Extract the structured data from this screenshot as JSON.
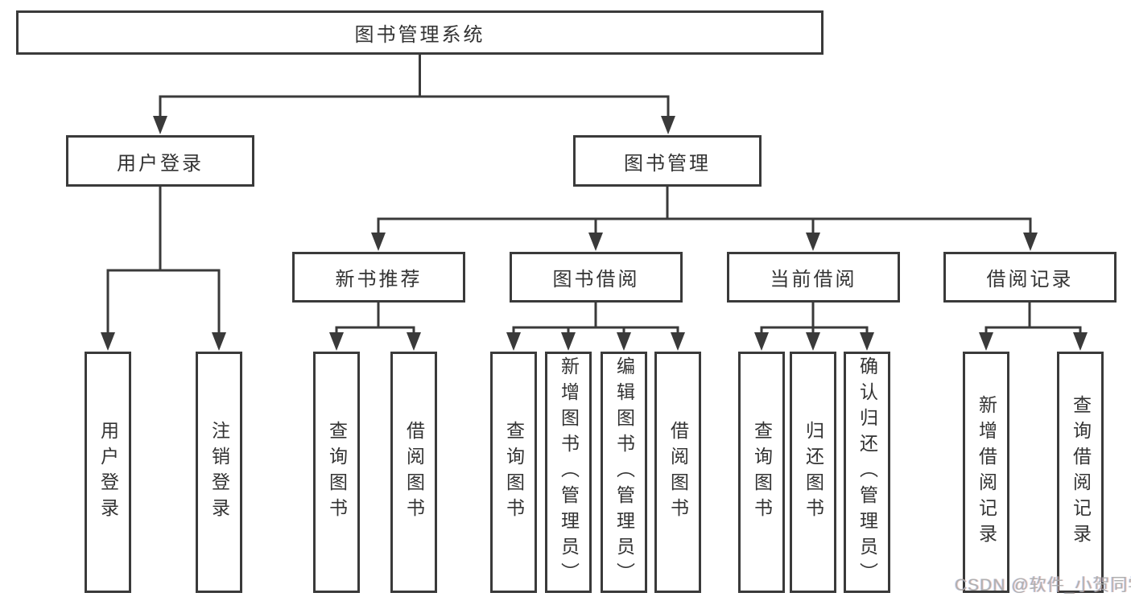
{
  "tree": {
    "root": "图书管理系统",
    "user_login": {
      "label": "用户登录",
      "children": [
        "用户登录",
        "注销登录"
      ]
    },
    "book_management": {
      "label": "图书管理",
      "sections": [
        {
          "label": "新书推荐",
          "children": [
            "查询图书",
            "借阅图书"
          ]
        },
        {
          "label": "图书借阅",
          "children": [
            "查询图书",
            "新增图书（管理员）",
            "编辑图书（管理员）",
            "借阅图书"
          ]
        },
        {
          "label": "当前借阅",
          "children": [
            "查询图书",
            "归还图书",
            "确认归还（管理员）"
          ]
        },
        {
          "label": "借阅记录",
          "children": [
            "新增借阅记录",
            "查询借阅记录"
          ]
        }
      ]
    }
  },
  "watermark": "CSDN @软件_小贺同学",
  "colors": {
    "line": "#3a3a3a",
    "text": "#333333",
    "watermark": "#acacac",
    "background": "#ffffff"
  }
}
